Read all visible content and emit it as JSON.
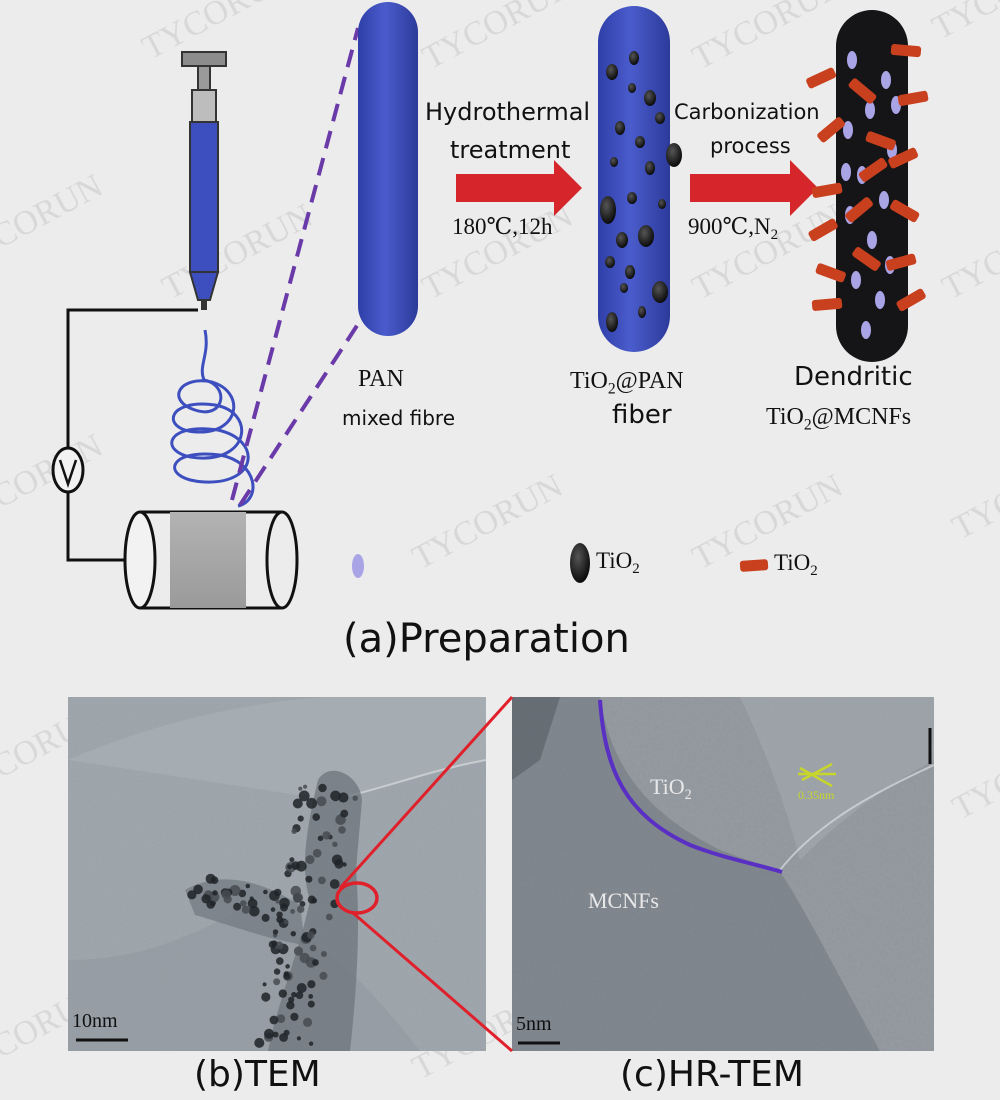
{
  "watermark": "TYCORUN",
  "colors": {
    "fiber_blue": "#3d4fbf",
    "arrow_red": "#d6252b",
    "rod_orange": "#c8401e",
    "carbon_black": "#151518",
    "lilac": "#a9a4e6",
    "magnifier_red": "#e0202a",
    "boundary_purple": "#5a2fc4",
    "lattice_yellow": "#c8d62a"
  },
  "panel_a": {
    "step1": {
      "line1": "Hydrothermal",
      "line2": "treatment",
      "condition_main": "180℃,12h"
    },
    "step2": {
      "line1": "Carbonization",
      "line2": "process",
      "condition_main": "900℃,N",
      "condition_sub": "2"
    },
    "fiber1": {
      "line1": "PAN",
      "line2": "mixed fibre"
    },
    "fiber2": {
      "pre": "TiO",
      "sub": "2",
      "post": "@PAN",
      "line2": "fiber"
    },
    "fiber3": {
      "line1": "Dendritic",
      "pre": "TiO",
      "sub": "2",
      "post": "@MCNFs"
    },
    "legend": {
      "black": {
        "pre": "TiO",
        "sub": "2"
      },
      "orange": {
        "pre": "TiO",
        "sub": "2"
      }
    },
    "caption": "(a)Preparation"
  },
  "panel_b": {
    "scale": "10nm",
    "caption": "(b)TEM"
  },
  "panel_c": {
    "tio2": {
      "pre": "TiO",
      "sub": "2"
    },
    "mcnfs": "MCNFs",
    "lattice": "0.35nm",
    "scale": "5nm",
    "caption": "(c)HR-TEM"
  }
}
